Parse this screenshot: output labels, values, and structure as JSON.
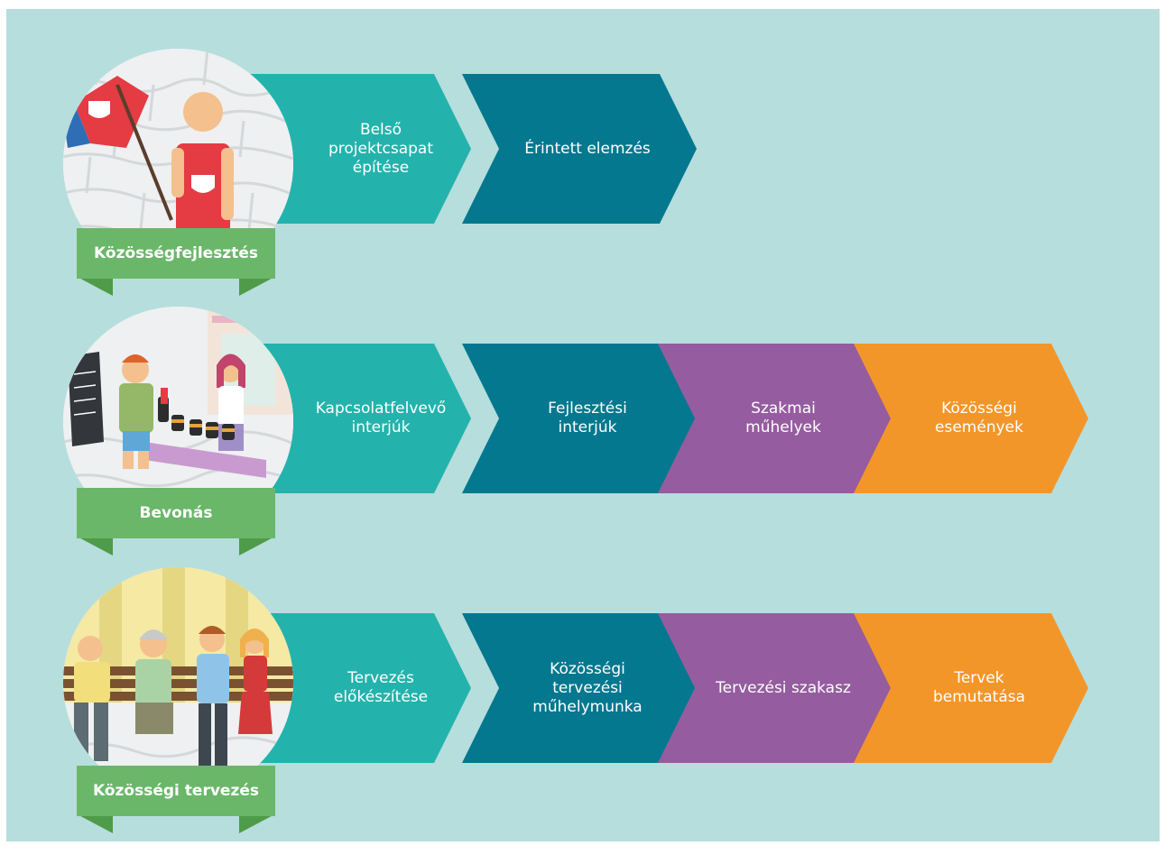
{
  "colors": {
    "background": "#b6dedd",
    "teal": "#23b3ac",
    "dark_teal": "#04788f",
    "purple": "#955c9f",
    "orange": "#f3962a",
    "ribbon_green": "#6ab76a"
  },
  "rows": [
    {
      "ribbon_label": "Közösségfejlesztés",
      "illustration": "person-with-flag",
      "steps": [
        {
          "label": "Belső projektcsapat építése",
          "color": "#23b3ac"
        },
        {
          "label": "Érintett elemzés",
          "color": "#04788f"
        }
      ]
    },
    {
      "ribbon_label": "Bevonás",
      "illustration": "market-stall",
      "steps": [
        {
          "label": "Kapcsolatfelvevő interjúk",
          "color": "#23b3ac"
        },
        {
          "label": "Fejlesztési interjúk",
          "color": "#04788f"
        },
        {
          "label": "Szakmai műhelyek",
          "color": "#955c9f"
        },
        {
          "label": "Közösségi események",
          "color": "#f3962a"
        }
      ]
    },
    {
      "ribbon_label": "Közösségi tervezés",
      "illustration": "group-of-people",
      "steps": [
        {
          "label": "Tervezés előkészítése",
          "color": "#23b3ac"
        },
        {
          "label": "Közösségi tervezési műhelymunka",
          "color": "#04788f"
        },
        {
          "label": "Tervezési szakasz",
          "color": "#955c9f"
        },
        {
          "label": "Tervek bemutatása",
          "color": "#f3962a"
        }
      ]
    }
  ]
}
